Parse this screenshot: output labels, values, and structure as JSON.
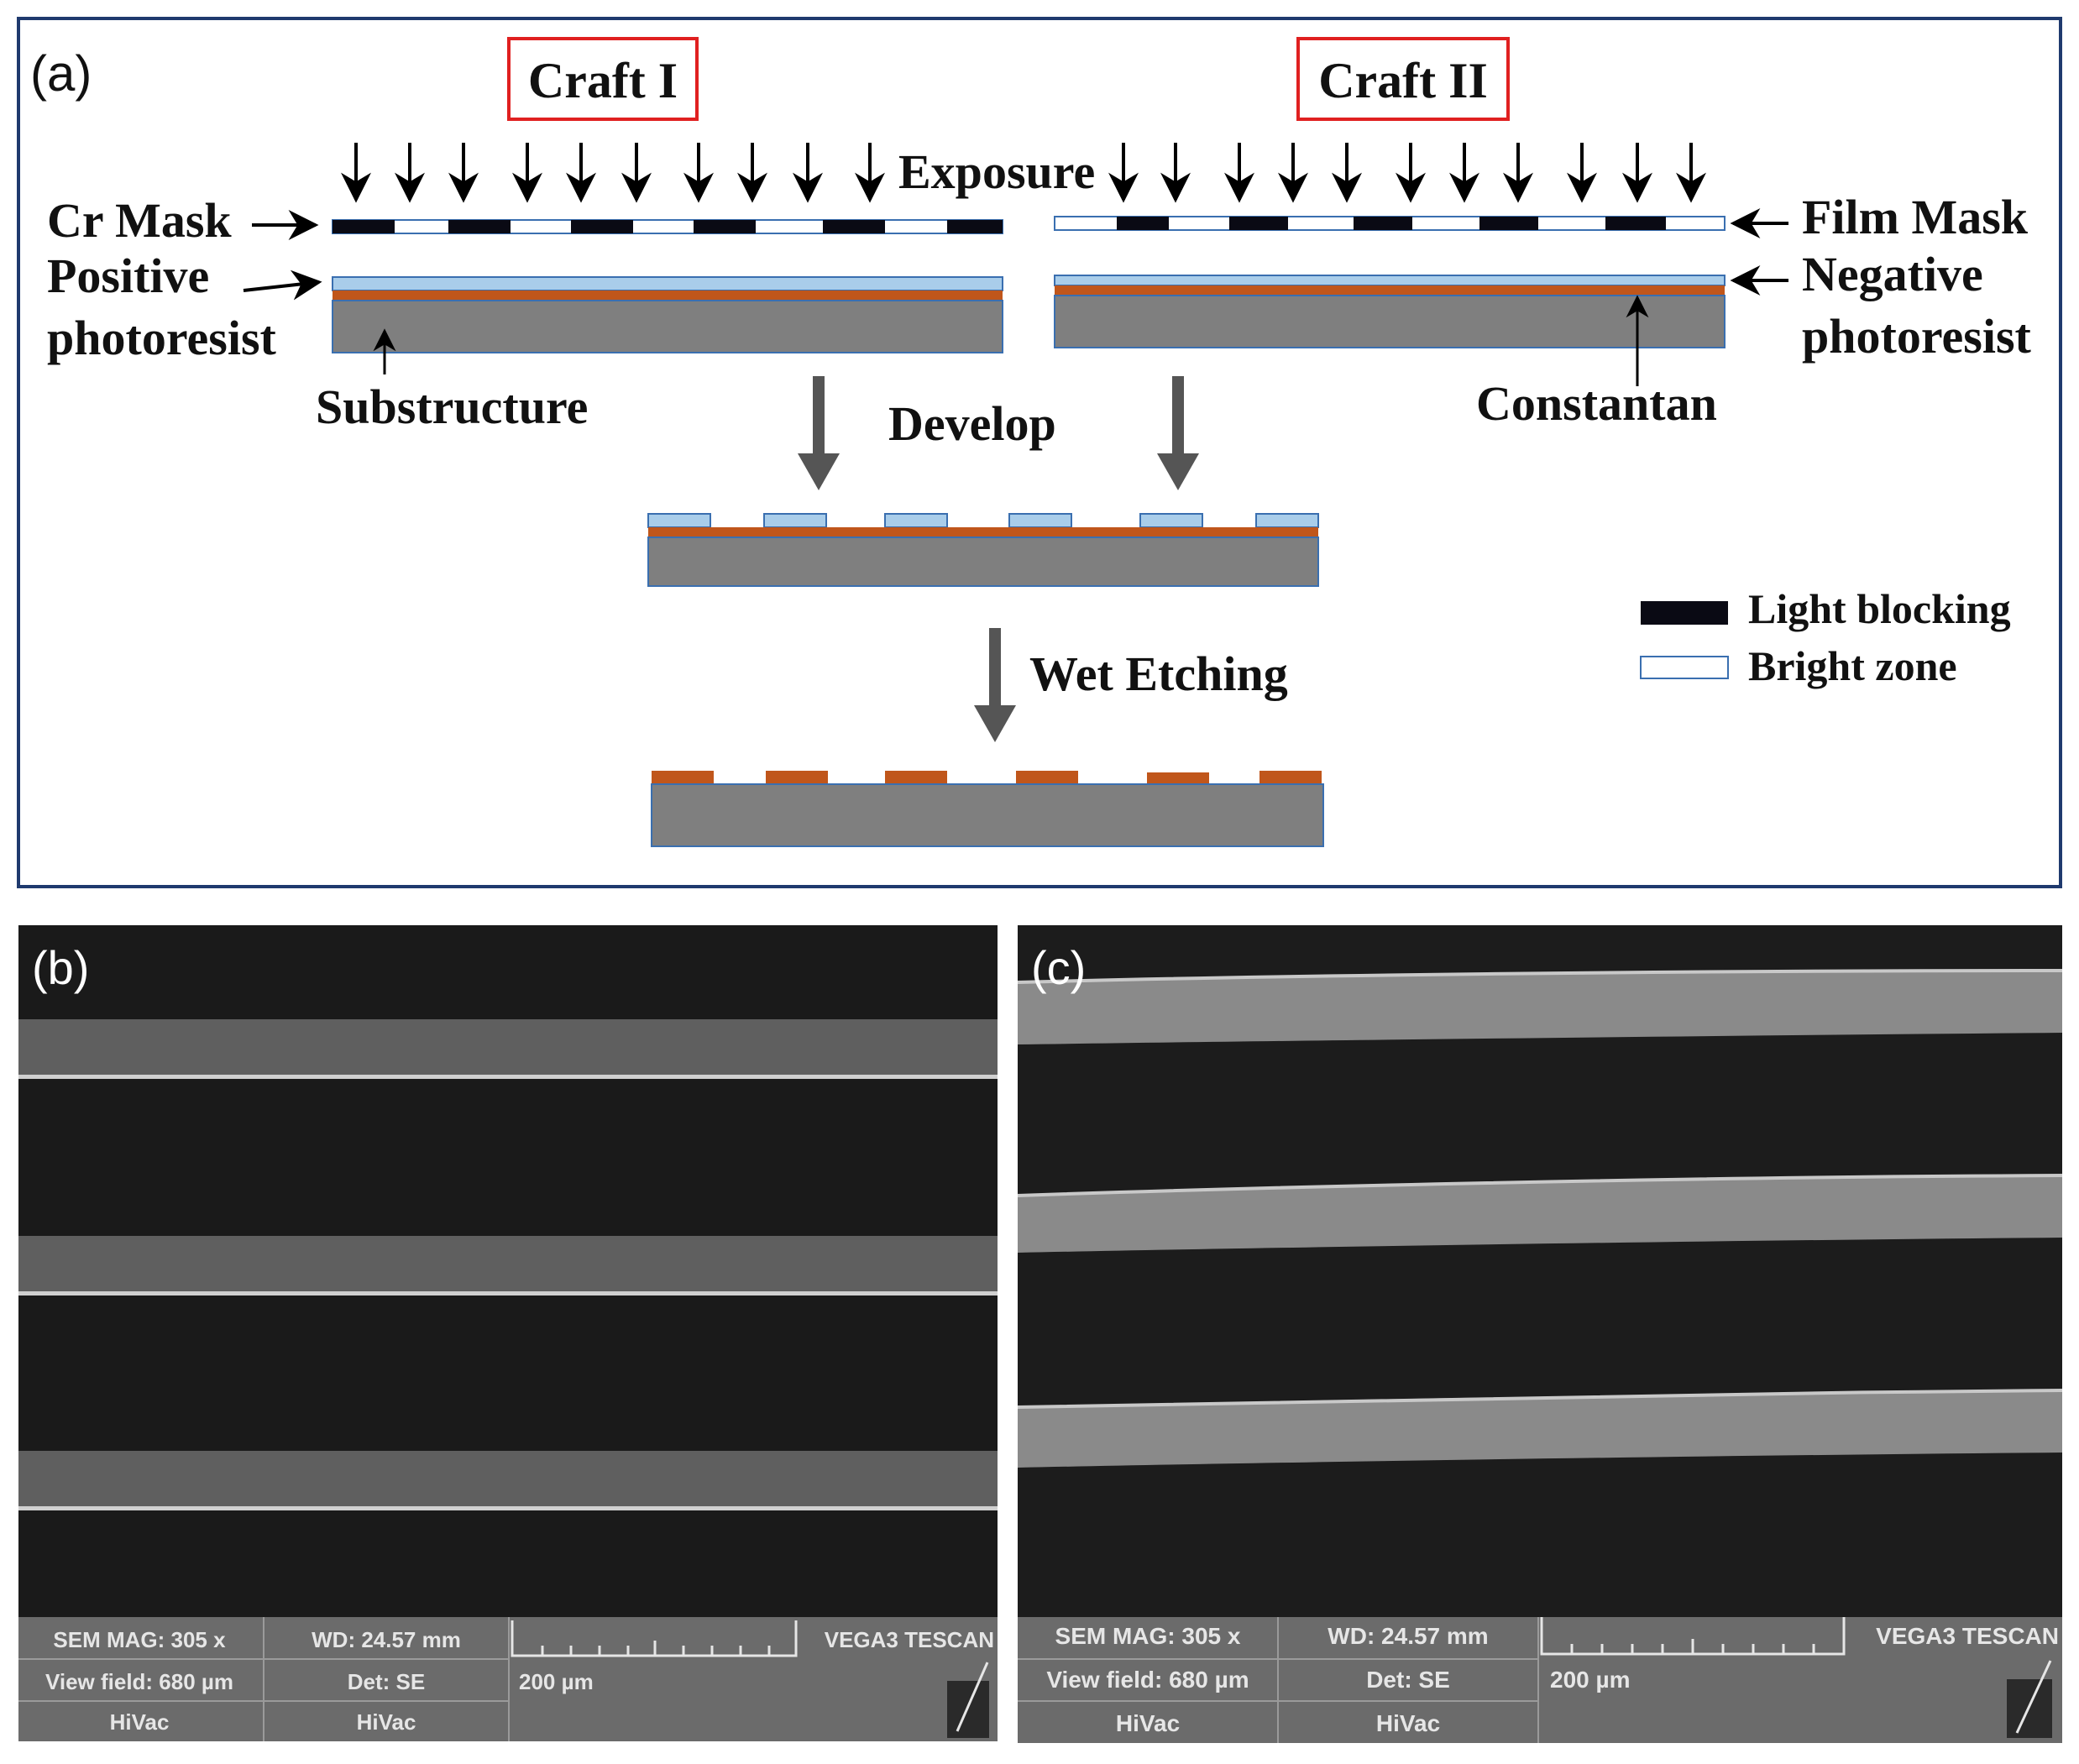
{
  "panel_a": {
    "label": "(a)",
    "craft1": "Craft I",
    "craft2": "Craft II",
    "exposure": "Exposure",
    "cr_mask": "Cr Mask",
    "positive_line1": "Positive",
    "positive_line2": "photoresist",
    "substructure": "Substructure",
    "film_mask": "Film Mask",
    "negative_line1": "Negative",
    "negative_line2": "photoresist",
    "constantan": "Constantan",
    "develop": "Develop",
    "wet_etching": "Wet Etching",
    "legend_light_blocking": "Light blocking",
    "legend_bright_zone": "Bright zone"
  },
  "panel_b": {
    "label": "(b)",
    "info": {
      "sem_mag": "SEM MAG: 305 x",
      "wd": "WD: 24.57 mm",
      "brand": "VEGA3 TESCAN",
      "view_field": "View field: 680 µm",
      "det": "Det: SE",
      "scale": "200 µm",
      "vac1": "HiVac",
      "vac2": "HiVac"
    }
  },
  "panel_c": {
    "label": "(c)",
    "info": {
      "sem_mag": "SEM MAG: 305 x",
      "wd": "WD: 24.57 mm",
      "brand": "VEGA3 TESCAN",
      "view_field": "View field: 680 µm",
      "det": "Det: SE",
      "scale": "200 µm",
      "vac1": "HiVac",
      "vac2": "HiVac"
    }
  },
  "colors": {
    "frame": "#1f3a6e",
    "craft_box": "#e02020",
    "photoresist": "#a9cdea",
    "constantan": "#c0561b",
    "substrate": "#7f7f7f",
    "mask_dark": "#0a0a14",
    "sem_bg": "#1a1a1a",
    "sem_strip_b": "#5f5f5f",
    "sem_strip_c": "#8a8a8a",
    "info_bar": "#6b6b6b"
  }
}
